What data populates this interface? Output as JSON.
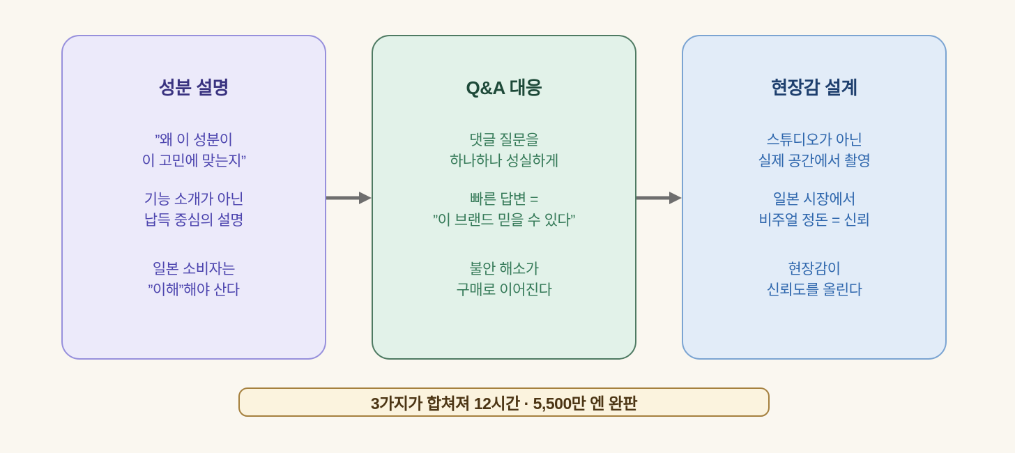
{
  "page": {
    "background_color": "#FAF7F0"
  },
  "flow": {
    "arrow_color": "#6E6E6E",
    "cards": [
      {
        "title": "성분 설명",
        "paragraphs": [
          [
            "”왜 이 성분이",
            "이 고민에 맞는지”"
          ],
          [
            "기능 소개가 아닌",
            "납득 중심의 설명"
          ],
          [
            "일본 소비자는",
            "”이해”해야 산다"
          ]
        ],
        "colors": {
          "background": "#ECEAFA",
          "border": "#9790DC",
          "title": "#3A3380",
          "body": "#4C44AE"
        }
      },
      {
        "title": "Q&A 대응",
        "paragraphs": [
          [
            "댓글 질문을",
            "하나하나 성실하게"
          ],
          [
            "빠른 답변 =",
            "”이 브랜드 믿을 수 있다”"
          ],
          [
            "불안 해소가",
            "구매로 이어진다"
          ]
        ],
        "colors": {
          "background": "#E2F2E9",
          "border": "#4E7A62",
          "title": "#1E4A39",
          "body": "#357A58"
        }
      },
      {
        "title": "현장감 설계",
        "paragraphs": [
          [
            "스튜디오가 아닌",
            "실제 공간에서 촬영"
          ],
          [
            "일본 시장에서",
            "비주얼 정돈 = 신뢰"
          ],
          [
            "현장감이",
            "신뢰도를 올린다"
          ]
        ],
        "colors": {
          "background": "#E2ECF8",
          "border": "#7BA4D2",
          "title": "#1E3F6E",
          "body": "#2F67AD"
        }
      }
    ]
  },
  "banner": {
    "label": "3가지가 합쳐져 12시간 · 5,500만 엔 완판",
    "colors": {
      "background": "#FBF3DE",
      "border": "#A5803E",
      "text": "#4C3514"
    }
  }
}
